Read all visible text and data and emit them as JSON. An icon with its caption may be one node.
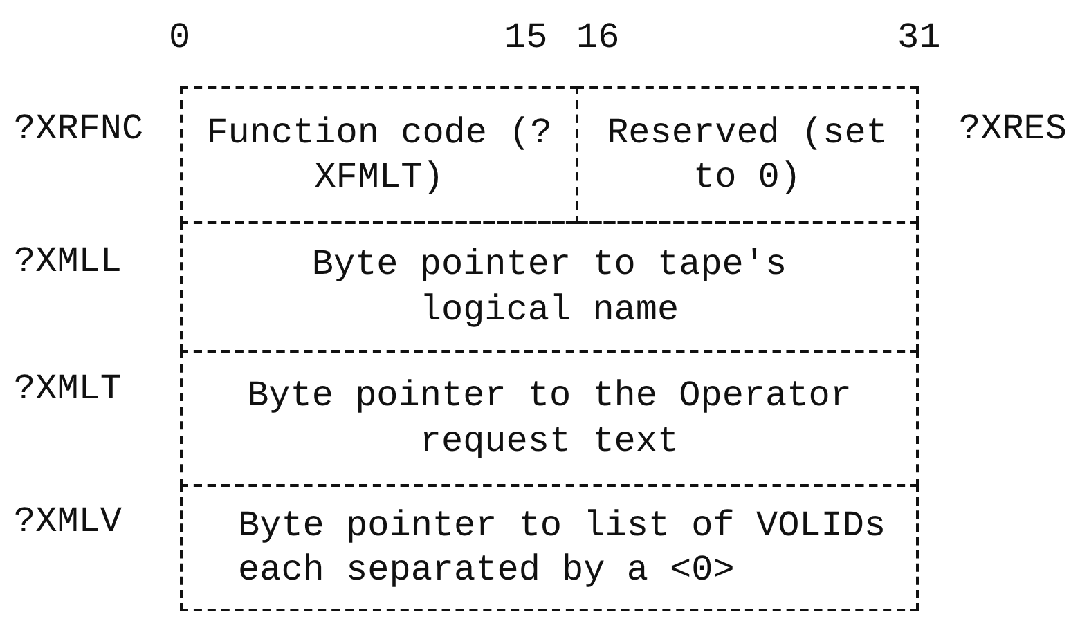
{
  "diagram": {
    "nodes": [
      {
        "text": [
          "Function code (?XFMLT)"
        ]
      },
      {
        "text": [
          "Reserved (set to 0)"
        ]
      },
      {
        "text": [
          "Byte pointer to tape's logical name"
        ]
      },
      {
        "text": [
          "Byte pointer to the Operator request text"
        ]
      },
      {
        "text": [
          "Byte pointer to list of VOLIDs each separated by a <0>"
        ]
      }
    ],
    "labels": [
      "0",
      "15",
      "16",
      "31",
      "?XRFNC",
      "?XRES",
      "?XMLL",
      "?XMLT",
      "?XMLV"
    ]
  }
}
